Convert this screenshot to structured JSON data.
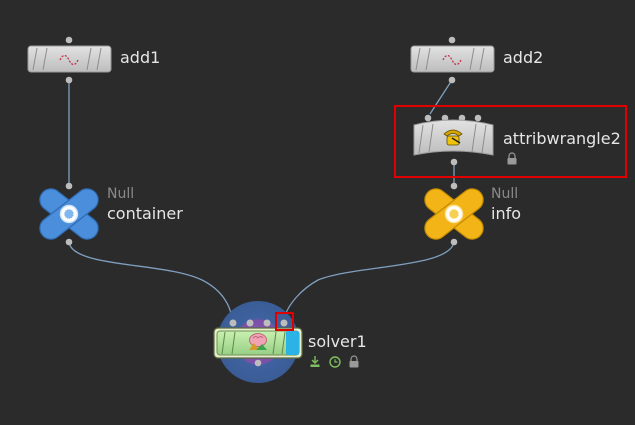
{
  "network": {
    "nodes": {
      "add1": {
        "name": "add1"
      },
      "add2": {
        "name": "add2"
      },
      "attribwrangle2": {
        "name": "attribwrangle2"
      },
      "container": {
        "type": "Null",
        "name": "container"
      },
      "info": {
        "type": "Null",
        "name": "info"
      },
      "solver1": {
        "name": "solver1"
      }
    }
  },
  "colors": {
    "background": "#2b2b2b",
    "wire": "#7f9fbf",
    "null_blue": "#4a8edc",
    "null_yellow": "#f2b416",
    "selection_outline": "#e00000",
    "solver_green": "#b9e4a2",
    "solver_cyan": "#2bb3e6"
  }
}
